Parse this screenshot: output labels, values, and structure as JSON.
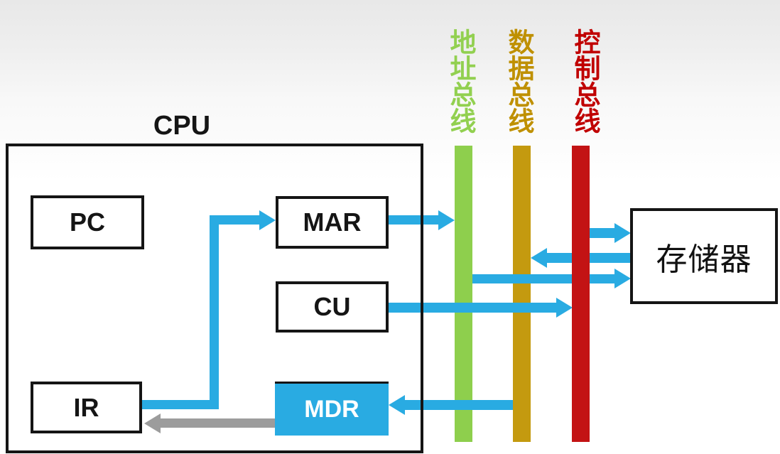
{
  "diagram": {
    "cpu_label": "CPU",
    "components": {
      "pc": "PC",
      "mar": "MAR",
      "cu": "CU",
      "ir": "IR",
      "mdr": "MDR"
    },
    "memory_label": "存储器",
    "buses": {
      "address": "地址总线",
      "data": "数据总线",
      "control": "控制总线"
    },
    "connections": [
      {
        "from": "IR",
        "to": "MAR",
        "style": "blue-elbow"
      },
      {
        "from": "MAR",
        "to": "address-bus",
        "style": "blue"
      },
      {
        "from": "address-bus",
        "to": "memory",
        "style": "blue"
      },
      {
        "from": "CU",
        "to": "control-bus",
        "style": "blue"
      },
      {
        "from": "control-bus",
        "to": "memory",
        "style": "blue"
      },
      {
        "from": "memory",
        "to": "data-bus",
        "style": "blue"
      },
      {
        "from": "data-bus",
        "to": "MDR",
        "style": "blue"
      },
      {
        "from": "MDR",
        "to": "IR",
        "style": "gray"
      }
    ]
  },
  "colors": {
    "address_bus": "#8ecf4d",
    "address_text": "#92d050",
    "data_bus": "#c49a0f",
    "data_text": "#bf9000",
    "control_bus": "#c31314",
    "control_text": "#c00000",
    "arrow_blue": "#29abe2",
    "arrow_gray": "#9c9c9c",
    "mdr_fill": "#29abe2",
    "ink": "#151515"
  }
}
